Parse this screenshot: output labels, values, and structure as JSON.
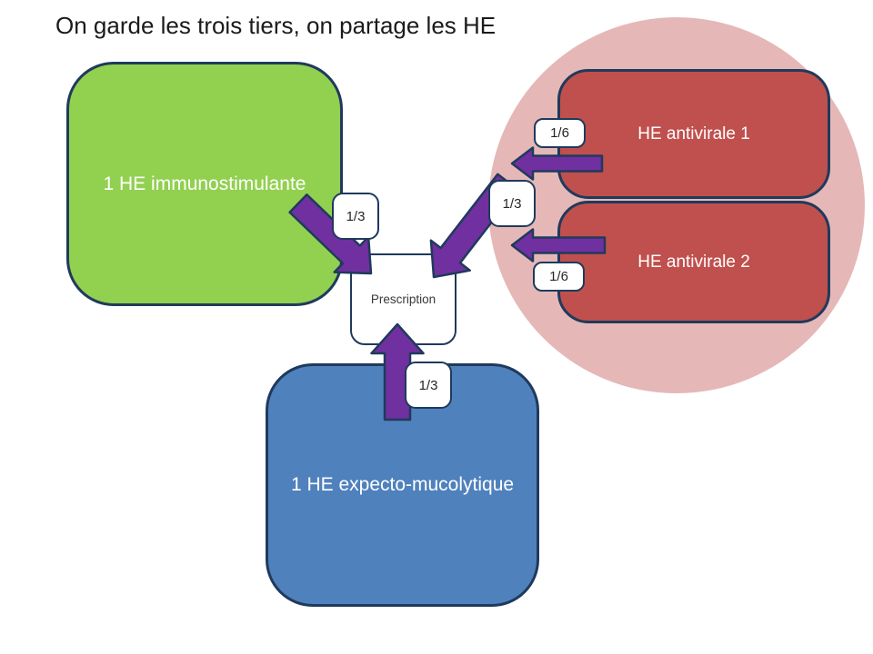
{
  "title": "On garde les trois tiers, on partage les HE",
  "colors": {
    "green": "#92d050",
    "red": "#c0504d",
    "pink": "#e5b8b7",
    "blue": "#4f81bd",
    "purple": "#7030a0",
    "border": "#1f3a5c",
    "labelText": "#262626"
  },
  "nodes": {
    "immuno": {
      "label": "1 HE immunostimulante",
      "share": "1/3"
    },
    "antiviral1": {
      "label": "HE antivirale 1",
      "share": "1/6"
    },
    "antiviral2": {
      "label": "HE antivirale 2",
      "share": "1/6"
    },
    "antiviral_group": {
      "share": "1/3"
    },
    "expecto": {
      "label": "1 HE expecto-mucolytique",
      "share": "1/3"
    },
    "prescription": {
      "label": "Prescription"
    }
  }
}
